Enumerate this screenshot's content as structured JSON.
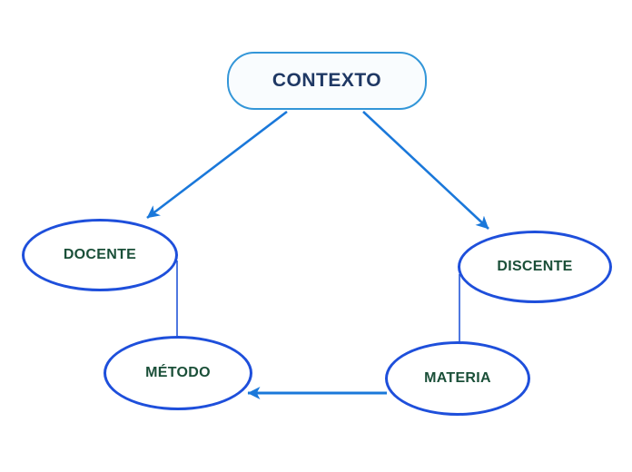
{
  "diagram": {
    "nodes": {
      "contexto": {
        "label": "CONTEXTO",
        "shape": "rounded-rectangle"
      },
      "docente": {
        "label": "DOCENTE",
        "shape": "ellipse"
      },
      "discente": {
        "label": "DISCENTE",
        "shape": "ellipse"
      },
      "metodo": {
        "label": "MÉTODO",
        "shape": "ellipse"
      },
      "materia": {
        "label": "MATERIA",
        "shape": "ellipse"
      }
    },
    "edges": [
      {
        "from": "contexto",
        "to": "docente",
        "style": "arrow"
      },
      {
        "from": "contexto",
        "to": "discente",
        "style": "arrow"
      },
      {
        "from": "docente",
        "to": "metodo",
        "style": "line"
      },
      {
        "from": "discente",
        "to": "materia",
        "style": "line"
      },
      {
        "from": "materia",
        "to": "metodo",
        "style": "arrow"
      }
    ],
    "colors": {
      "background": "#ffffff",
      "box-border": "#3396d8",
      "box-fill": "#f9fcfe",
      "ellipse-border": "#1e4fdb",
      "arrow": "#1a78da",
      "connector": "#2356d8",
      "title-text": "#1f3864",
      "label-text": "#1a4f38"
    }
  }
}
